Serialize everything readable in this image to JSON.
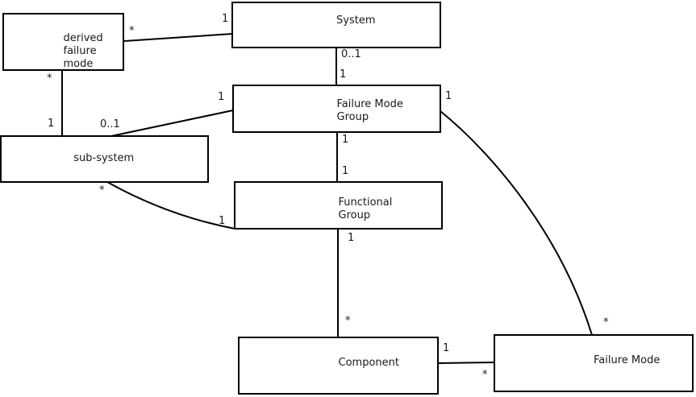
{
  "diagram": {
    "kind": "uml-class-diagram",
    "colors": {
      "line": "#000000",
      "text": "#1a1a1a",
      "box_fill": "#ffffff",
      "background": "#ffffff"
    },
    "entities": {
      "derived_failure_mode": {
        "name": "derived failure mode",
        "lines": [
          "derived",
          "failure",
          "mode"
        ]
      },
      "system": {
        "name": "System"
      },
      "failure_mode_group": {
        "name": "Failure Mode Group",
        "lines": [
          "Failure Mode",
          "Group"
        ]
      },
      "sub_system": {
        "name": "sub-system"
      },
      "functional_group": {
        "name": "Functional Group",
        "lines": [
          "Functional",
          "Group"
        ]
      },
      "component": {
        "name": "Component"
      },
      "failure_mode": {
        "name": "Failure Mode"
      }
    },
    "associations": [
      {
        "between": [
          "derived failure mode",
          "System"
        ],
        "ends": [
          {
            "entity": "derived failure mode",
            "multiplicity": "*"
          },
          {
            "entity": "System",
            "multiplicity": "1"
          }
        ]
      },
      {
        "between": [
          "System",
          "Failure Mode Group"
        ],
        "ends": [
          {
            "entity": "System",
            "multiplicity": "0..1"
          },
          {
            "entity": "Failure Mode Group",
            "multiplicity": "1"
          }
        ]
      },
      {
        "between": [
          "Failure Mode Group",
          "sub-system"
        ],
        "ends": [
          {
            "entity": "Failure Mode Group",
            "multiplicity": "1"
          },
          {
            "entity": "sub-system",
            "multiplicity": "0..1"
          }
        ]
      },
      {
        "between": [
          "derived failure mode",
          "sub-system"
        ],
        "ends": [
          {
            "entity": "derived failure mode",
            "multiplicity": "*"
          },
          {
            "entity": "sub-system",
            "multiplicity": "1"
          }
        ]
      },
      {
        "between": [
          "Failure Mode Group",
          "Functional Group"
        ],
        "ends": [
          {
            "entity": "Failure Mode Group",
            "multiplicity": "1"
          },
          {
            "entity": "Functional Group",
            "multiplicity": "1"
          }
        ]
      },
      {
        "between": [
          "sub-system",
          "Functional Group"
        ],
        "ends": [
          {
            "entity": "sub-system",
            "multiplicity": "*"
          },
          {
            "entity": "Functional Group",
            "multiplicity": "1"
          }
        ]
      },
      {
        "between": [
          "Functional Group",
          "Component"
        ],
        "ends": [
          {
            "entity": "Functional Group",
            "multiplicity": "1"
          },
          {
            "entity": "Component",
            "multiplicity": "*"
          }
        ]
      },
      {
        "between": [
          "Component",
          "Failure Mode"
        ],
        "ends": [
          {
            "entity": "Component",
            "multiplicity": "1"
          },
          {
            "entity": "Failure Mode",
            "multiplicity": "*"
          }
        ]
      },
      {
        "between": [
          "Failure Mode Group",
          "Failure Mode"
        ],
        "ends": [
          {
            "entity": "Failure Mode Group",
            "multiplicity": "1"
          },
          {
            "entity": "Failure Mode",
            "multiplicity": "*"
          }
        ]
      }
    ]
  }
}
